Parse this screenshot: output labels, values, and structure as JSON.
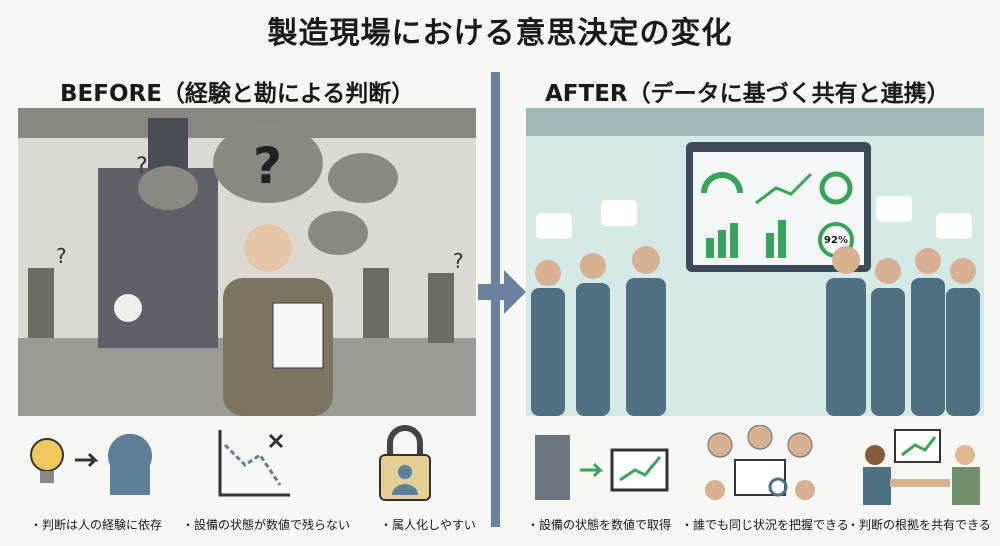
{
  "title": "製造現場における意思決定の変化",
  "before": {
    "heading": "BEFORE（経験と勘による判断）",
    "captions": [
      "・判断は人の経験に依存",
      "・設備の状態が数値で残らない",
      "・属人化しやすい"
    ],
    "icons": [
      "lightbulb-to-head-icon",
      "declining-chart-icon",
      "padlock-person-icon"
    ]
  },
  "after": {
    "heading": "AFTER（データに基づく共有と連携）",
    "dashboard_gauge_value": "92%",
    "captions": [
      "・設備の状態を数値で取得",
      "・誰でも同じ状況を把握できる",
      "・判断の根拠を共有できる"
    ],
    "icons": [
      "machine-to-monitor-icon",
      "shared-dashboard-icon",
      "handshake-icon"
    ]
  },
  "colors": {
    "divider": "#6a82a0",
    "accent_green": "#3aa35a",
    "before_bg": "#d9d6cf",
    "after_bg": "#cfe4e4"
  }
}
